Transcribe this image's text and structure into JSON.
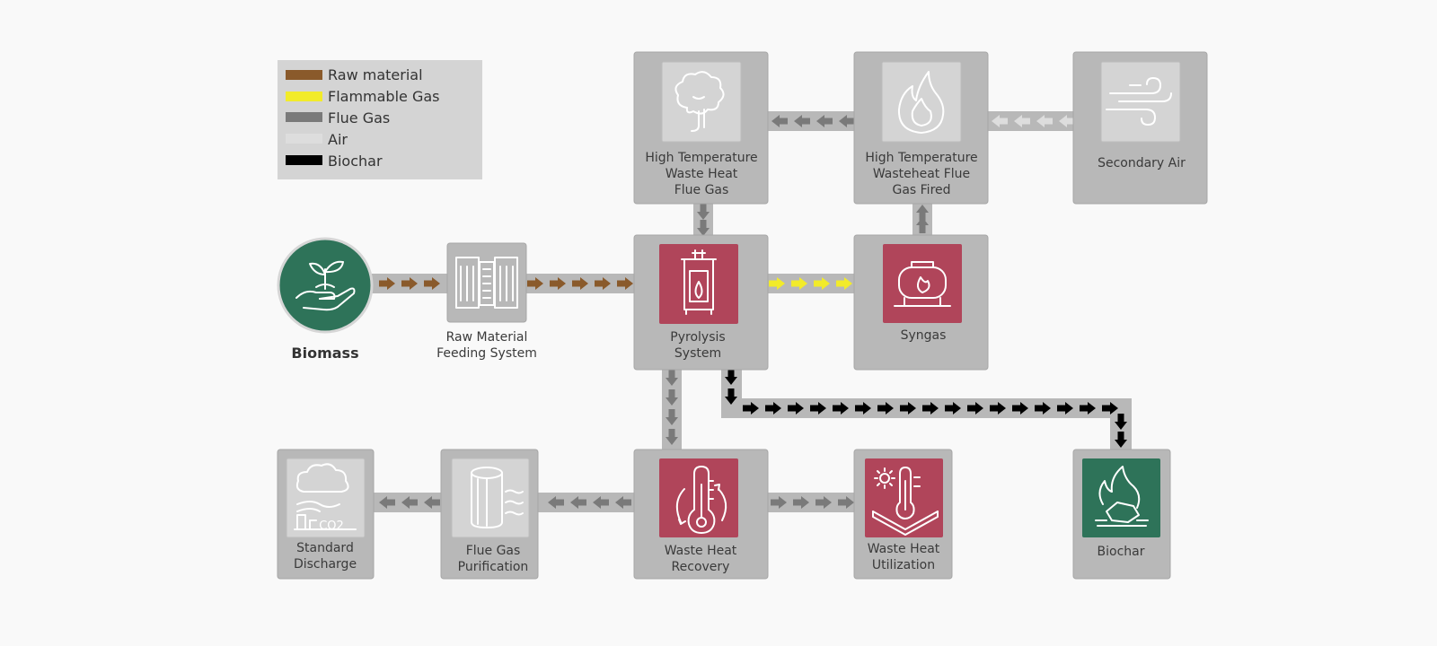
{
  "legend": [
    {
      "label": "Raw material",
      "color": "#8a5a2b"
    },
    {
      "label": "Flammable Gas",
      "color": "#f2eb2a"
    },
    {
      "label": "Flue Gas",
      "color": "#7a7a7a"
    },
    {
      "label": "Air",
      "color": "#dddddd"
    },
    {
      "label": "Biochar",
      "color": "#000000"
    }
  ],
  "colors": {
    "box": "#b8b8b8",
    "box_border": "#a6a6a6",
    "accent_red": "#b0455a",
    "accent_green": "#2e7359",
    "icon_light": "#d4d4d4",
    "background": "#f9f9f9"
  },
  "nodes": {
    "biomass": {
      "label": "Biomass",
      "icon": "hand-sprout-icon"
    },
    "feeding": {
      "lines": [
        "Raw Material",
        "Feeding System"
      ],
      "icon": "feeder-icon"
    },
    "pyrolysis": {
      "lines": [
        "Pyrolysis",
        "System"
      ],
      "icon": "furnace-icon"
    },
    "syngas": {
      "lines": [
        "Syngas"
      ],
      "icon": "gas-tank-flame-icon"
    },
    "ht_waste_heat": {
      "lines": [
        "High Temperature",
        "Waste Heat",
        "Flue Gas"
      ],
      "icon": "smoke-cloud-icon"
    },
    "ht_fired": {
      "lines": [
        "High Temperature",
        "Wasteheat Flue",
        "Gas Fired"
      ],
      "icon": "flame-icon"
    },
    "secondary_air": {
      "lines": [
        "Secondary Air"
      ],
      "icon": "wind-icon"
    },
    "waste_heat_recovery": {
      "lines": [
        "Waste Heat",
        "Recovery"
      ],
      "icon": "thermometer-cycle-icon"
    },
    "waste_heat_util": {
      "lines": [
        "Waste Heat",
        "Utilization"
      ],
      "icon": "heated-plate-icon"
    },
    "flue_gas_purif": {
      "lines": [
        "Flue Gas",
        "Purification"
      ],
      "icon": "filter-cylinder-icon"
    },
    "standard_discharge": {
      "lines": [
        "Standard",
        "Discharge"
      ],
      "icon": "co2-factory-icon"
    },
    "co2_text": "CO2",
    "biochar": {
      "lines": [
        "Biochar"
      ],
      "icon": "coal-fire-icon"
    }
  }
}
